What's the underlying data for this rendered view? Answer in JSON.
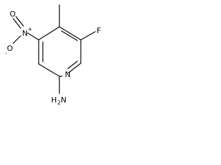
{
  "molecule": {
    "atoms": {
      "fluorine": "F",
      "ring_nitrogen": "N",
      "amine_h": "H",
      "amine_subscript": "2",
      "amine_n": "N",
      "nitro_n": "N",
      "nitro_n_charge": "+",
      "nitro_o_top": "O",
      "nitro_o_bottom": "O",
      "nitro_o_charge": "-"
    },
    "colors": {
      "bond": "#000000",
      "text": "#000000",
      "background": "#ffffff"
    }
  }
}
